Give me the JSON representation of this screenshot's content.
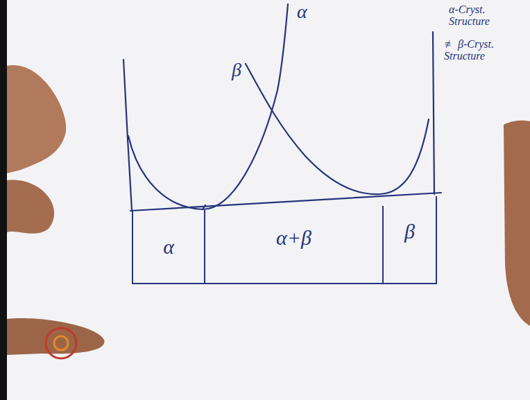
{
  "diagram": {
    "nodes": [
      {
        "text": [
          "α"
        ]
      },
      {
        "text": [
          "α+β"
        ]
      },
      {
        "text": [
          "β"
        ]
      }
    ],
    "labels": [
      "β",
      "α",
      "α-Cryst. Structure",
      "≢ β-Cryst. Structure"
    ]
  }
}
